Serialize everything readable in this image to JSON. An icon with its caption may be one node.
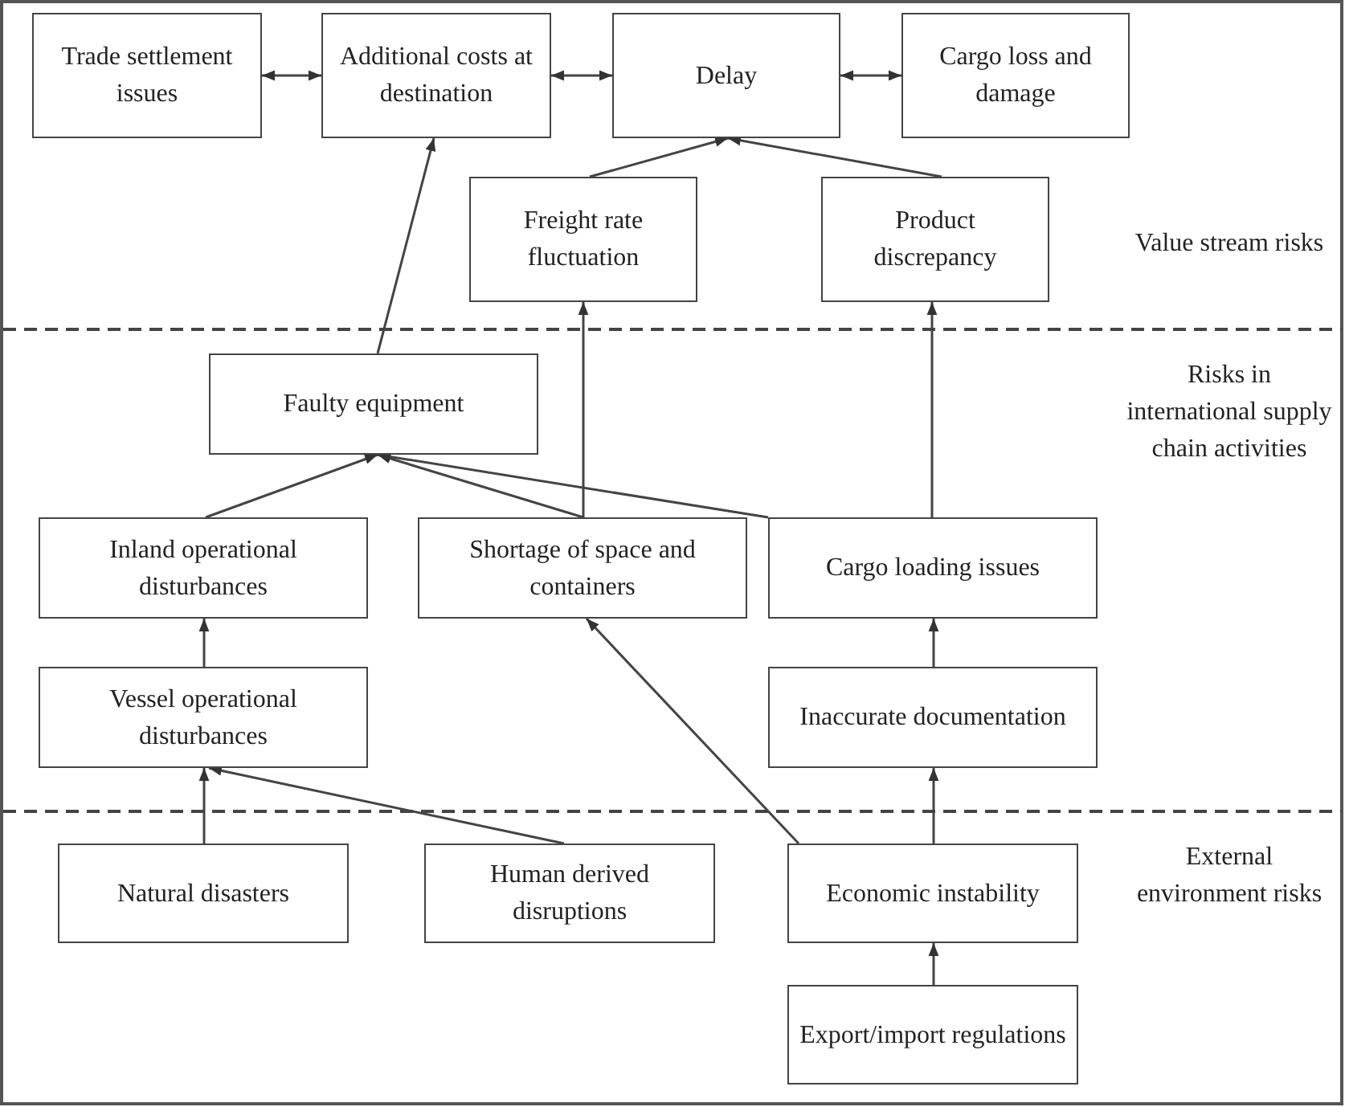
{
  "diagram": {
    "nodes": [
      {
        "text": [
          "Trade settlement issues"
        ]
      },
      {
        "text": [
          "Additional costs at destination"
        ]
      },
      {
        "text": [
          "Delay"
        ]
      },
      {
        "text": [
          "Cargo loss and damage"
        ]
      },
      {
        "text": [
          "Freight rate fluctuation"
        ]
      },
      {
        "text": [
          "Product discrepancy"
        ]
      },
      {
        "text": [
          "Faulty equipment"
        ]
      },
      {
        "text": [
          "Inland operational disturbances"
        ]
      },
      {
        "text": [
          "Shortage of space and containers"
        ]
      },
      {
        "text": [
          "Cargo loading issues"
        ]
      },
      {
        "text": [
          "Vessel operational disturbances"
        ]
      },
      {
        "text": [
          "Inaccurate documentation"
        ]
      },
      {
        "text": [
          "Natural disasters"
        ]
      },
      {
        "text": [
          "Human derived disruptions"
        ]
      },
      {
        "text": [
          "Economic instability"
        ]
      },
      {
        "text": [
          "Export/import regulations"
        ]
      }
    ],
    "edges": [
      {
        "from": 0,
        "to": 1,
        "arrow": "both"
      },
      {
        "from": 1,
        "to": 2,
        "arrow": "both"
      },
      {
        "from": 2,
        "to": 3,
        "arrow": "both"
      },
      {
        "from": 4,
        "to": 2,
        "arrow": "to"
      },
      {
        "from": 5,
        "to": 2,
        "arrow": "to"
      },
      {
        "from": 6,
        "to": 1,
        "arrow": "to"
      },
      {
        "from": 8,
        "to": 4,
        "arrow": "to"
      },
      {
        "from": 9,
        "to": 5,
        "arrow": "to"
      },
      {
        "from": 7,
        "to": 6,
        "arrow": "to"
      },
      {
        "from": 8,
        "to": 6,
        "arrow": "to"
      },
      {
        "from": 9,
        "to": 6,
        "arrow": "to"
      },
      {
        "from": 10,
        "to": 7,
        "arrow": "to"
      },
      {
        "from": 11,
        "to": 9,
        "arrow": "to"
      },
      {
        "from": 12,
        "to": 10,
        "arrow": "to"
      },
      {
        "from": 13,
        "to": 10,
        "arrow": "to"
      },
      {
        "from": 14,
        "to": 8,
        "arrow": "to"
      },
      {
        "from": 14,
        "to": 11,
        "arrow": "to"
      },
      {
        "from": 15,
        "to": 14,
        "arrow": "to"
      }
    ],
    "labels": [
      "Value stream risks",
      "Risks in international supply chain activities",
      "External environment risks"
    ]
  }
}
